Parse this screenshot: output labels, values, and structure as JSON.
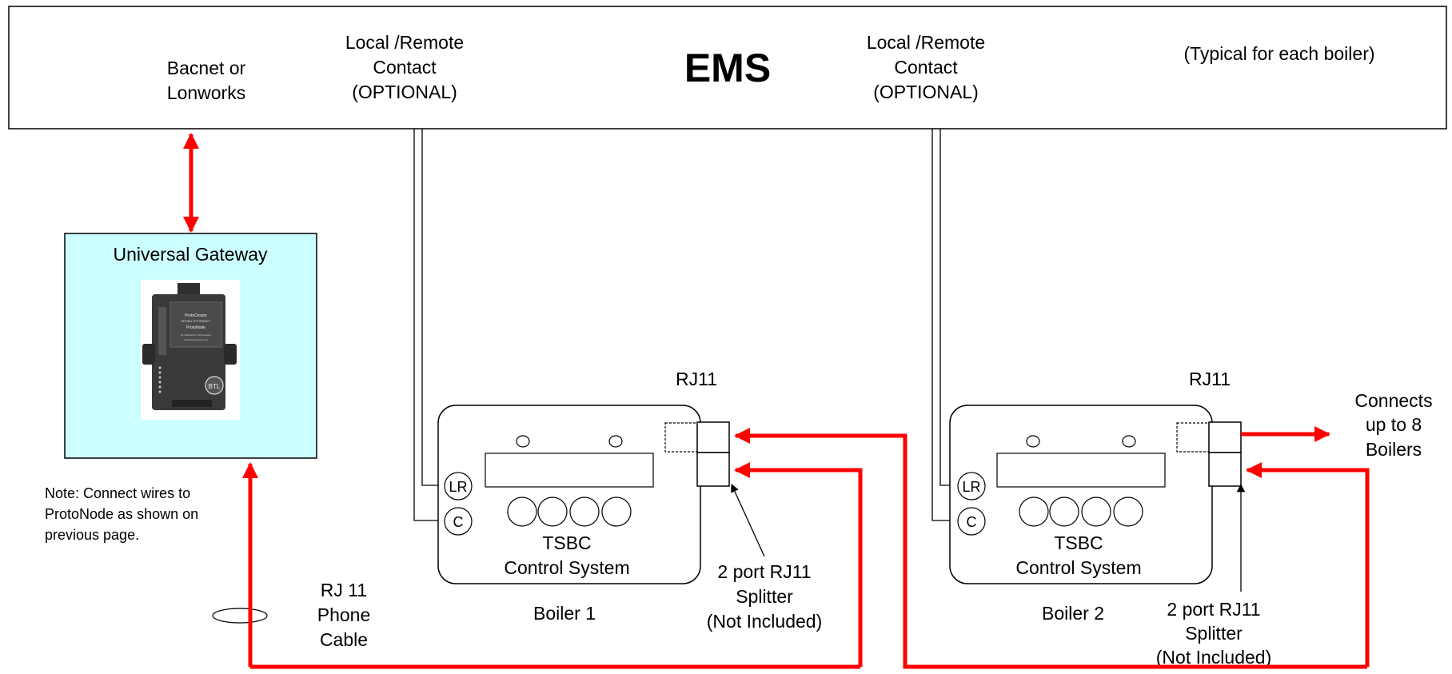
{
  "ems": {
    "title": "EMS",
    "bacnet_line1": "Bacnet or",
    "bacnet_line2": "Lonworks",
    "contact1_line1": "Local /Remote",
    "contact1_line2": "Contact",
    "contact1_line3": "(OPTIONAL)",
    "contact2_line1": "Local /Remote",
    "contact2_line2": "Contact",
    "contact2_line3": "(OPTIONAL)",
    "typical": "(Typical for each boiler)"
  },
  "gateway": {
    "title": "Universal Gateway",
    "device_label1": "ProtoCessor",
    "device_label2": "SERIAL ETHERNET",
    "device_label3": "ProtoNode",
    "device_label4": "By FieldServer Technologies",
    "device_label5": "www.ProtoCessor.com",
    "btl_label": "BTL"
  },
  "note": {
    "line1": "Note: Connect wires to",
    "line2": "ProtoNode as shown on",
    "line3": "previous page."
  },
  "cable": {
    "line1": "RJ 11",
    "line2": "Phone",
    "line3": "Cable"
  },
  "boiler1": {
    "rj11": "RJ11",
    "lr": "LR",
    "c": "C",
    "tsbc": "TSBC",
    "control": "Control System",
    "name": "Boiler 1",
    "splitter1": "2 port RJ11",
    "splitter2": "Splitter",
    "splitter3": "(Not Included)"
  },
  "boiler2": {
    "rj11": "RJ11",
    "lr": "LR",
    "c": "C",
    "tsbc": "TSBC",
    "control": "Control System",
    "name": "Boiler 2",
    "splitter1": "2 port RJ11",
    "splitter2": "Splitter",
    "splitter3": "(Not Included)"
  },
  "connects": {
    "line1": "Connects",
    "line2": "up to 8",
    "line3": "Boilers"
  },
  "colors": {
    "cable": "#ff0000",
    "gateway_fill": "#ccffff"
  }
}
